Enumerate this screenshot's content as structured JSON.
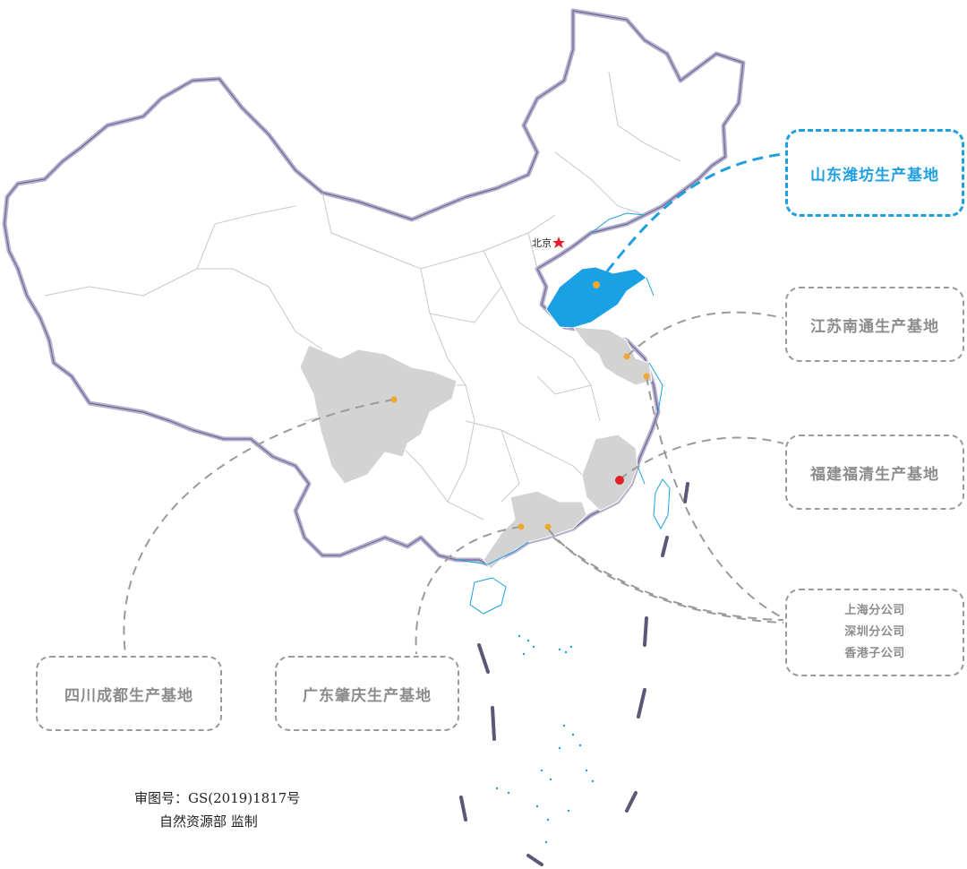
{
  "capital": {
    "label": "北京",
    "marker": "star-icon"
  },
  "bases": {
    "shandong": "山东潍坊生产基地",
    "jiangsu": "江苏南通生产基地",
    "fujian": "福建福清生产基地",
    "sichuan": "四川成都生产基地",
    "guangdong": "广东肇庆生产基地"
  },
  "offices": [
    "上海分公司",
    "深圳分公司",
    "香港子公司"
  ],
  "caption": {
    "line1": "审图号：GS(2019)1817号",
    "line2": "自然资源部 监制"
  },
  "colors": {
    "active": "#1f9fe0",
    "highlight": "#d3d3d3",
    "border": "#b5b0cf",
    "marker": "#f0a830",
    "fujian_marker": "#e0202a",
    "connector": "#9a9a9a"
  }
}
